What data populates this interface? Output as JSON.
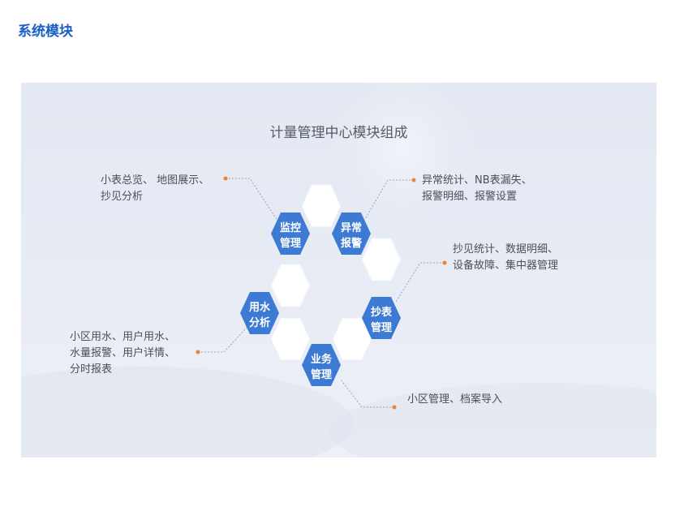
{
  "section": {
    "title": "系统模块"
  },
  "diagram": {
    "title": "计量管理中心模块组成",
    "modules": [
      {
        "id": "monitor",
        "label": "监控\n管理",
        "details": "小表总览、 地图展示、\n抄见分析"
      },
      {
        "id": "alarm",
        "label": "异常\n报警",
        "details": "异常统计、NB表漏失、\n报警明细、报警设置"
      },
      {
        "id": "reading",
        "label": "抄表\n管理",
        "details": "抄见统计、数据明细、\n设备故障、集中器管理"
      },
      {
        "id": "business",
        "label": "业务\n管理",
        "details": "小区管理、档案导入"
      },
      {
        "id": "usage",
        "label": "用水\n分析",
        "details": "小区用水、用户用水、\n水量报警、用户详情、\n分时报表"
      }
    ],
    "colors": {
      "hex_blue": "#3d7ad4",
      "hex_white": "#ffffff",
      "dot_orange": "#e8833a",
      "connector": "#9aa3b2"
    }
  }
}
